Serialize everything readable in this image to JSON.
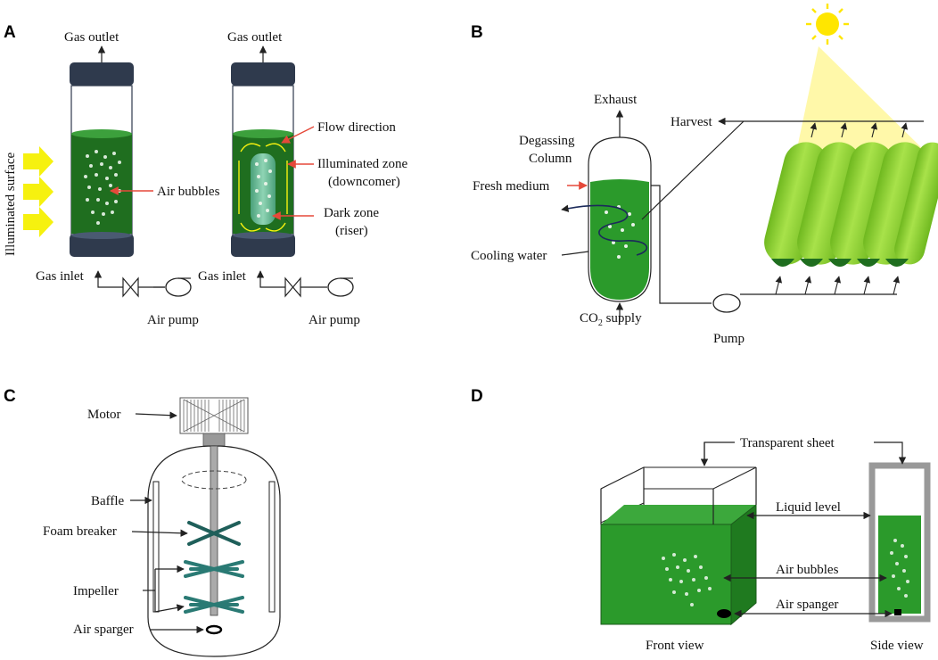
{
  "panels": [
    "A",
    "B",
    "C",
    "D"
  ],
  "panel_a": {
    "gas_outlet_1": "Gas outlet",
    "gas_outlet_2": "Gas outlet",
    "illuminated_surface": "Illuminated surface",
    "air_bubbles": "Air bubbles",
    "flow_direction": "Flow direction",
    "illuminated_zone_1": "Illuminated zone",
    "illuminated_zone_2": "(downcomer)",
    "dark_zone_1": "Dark zone",
    "dark_zone_2": "(riser)",
    "gas_inlet_1": "Gas inlet",
    "gas_inlet_2": "Gas inlet",
    "air_pump_1": "Air pump",
    "air_pump_2": "Air pump"
  },
  "panel_b": {
    "exhaust": "Exhaust",
    "degassing_1": "Degassing",
    "degassing_2": "Column",
    "fresh_medium": "Fresh medium",
    "cooling_water": "Cooling water",
    "co2_main": "CO",
    "co2_sub": "2",
    "co2_rest": " supply",
    "harvest": "Harvest",
    "pump": "Pump"
  },
  "panel_c": {
    "motor": "Motor",
    "baffle": "Baffle",
    "foam_breaker": "Foam breaker",
    "impeller": "Impeller",
    "air_sparger": "Air sparger"
  },
  "panel_d": {
    "transparent_sheet": "Transparent sheet",
    "liquid_level": "Liquid level",
    "air_bubbles": "Air bubbles",
    "air_spanger": "Air spanger",
    "front_view": "Front view",
    "side_view": "Side view"
  },
  "colors": {
    "culture_green": "#2b9a2b",
    "dark_green": "#1f6e1f",
    "tube_green": "#8fd12b",
    "cap_navy": "#2f3a4d",
    "sun_yellow": "#ffe600",
    "arrow_yellow": "#f6f10f",
    "label_red": "#e5493a"
  }
}
